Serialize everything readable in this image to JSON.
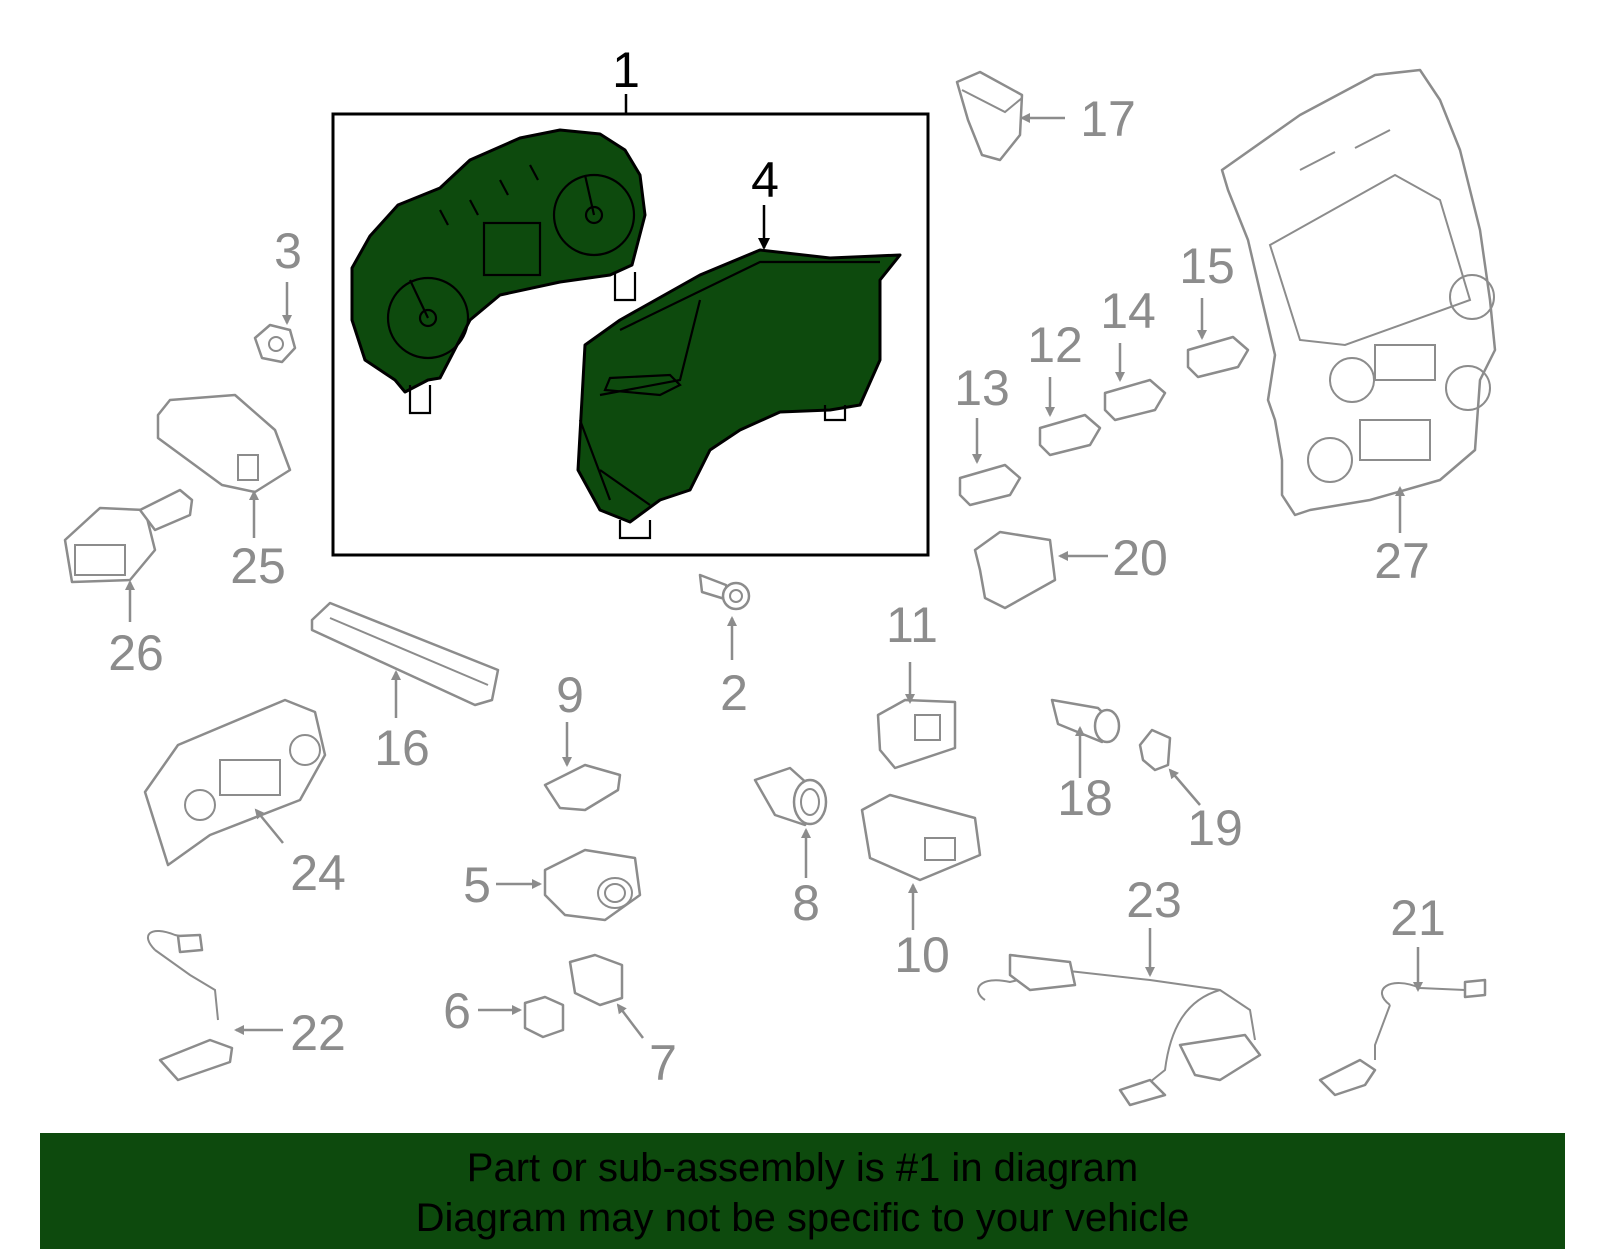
{
  "colors": {
    "highlight": "#0d4a0d",
    "callout_text": "#8c8c8c",
    "line": "#000000",
    "background": "#ffffff"
  },
  "callouts": {
    "c1": "1",
    "c2": "2",
    "c3": "3",
    "c4": "4",
    "c5": "5",
    "c6": "6",
    "c7": "7",
    "c8": "8",
    "c9": "9",
    "c10": "10",
    "c11": "11",
    "c12": "12",
    "c13": "13",
    "c14": "14",
    "c15": "15",
    "c16": "16",
    "c17": "17",
    "c18": "18",
    "c19": "19",
    "c20": "20",
    "c21": "21",
    "c22": "22",
    "c23": "23",
    "c24": "24",
    "c25": "25",
    "c26": "26",
    "c27": "27"
  },
  "banner": {
    "line1": "Part or sub-assembly is #1 in diagram",
    "line2": "Diagram may not be specific to your vehicle"
  }
}
